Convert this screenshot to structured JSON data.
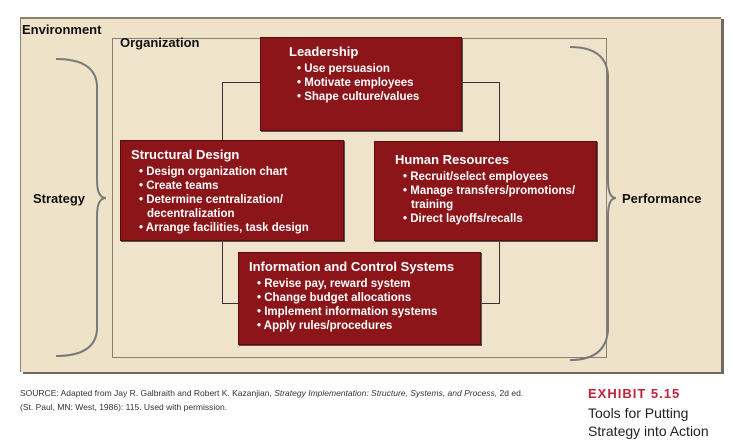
{
  "environment_label": "Environment",
  "organization_label": "Organization",
  "strategy_label": "Strategy",
  "performance_label": "Performance",
  "boxes": {
    "leadership": {
      "title": "Leadership",
      "items": [
        "Use persuasion",
        "Motivate employees",
        "Shape culture/values"
      ]
    },
    "structural": {
      "title": "Structural Design",
      "items": [
        "Design organization chart",
        "Create teams",
        "Determine centralization/ decentralization",
        "Arrange facilities, task design"
      ]
    },
    "hr": {
      "title": "Human Resources",
      "items": [
        "Recruit/select employees",
        "Manage transfers/promotions/ training",
        "Direct layoffs/recalls"
      ]
    },
    "info": {
      "title": "Information and Control Systems",
      "items": [
        "Revise pay, reward system",
        "Change budget allocations",
        "Implement information systems",
        "Apply rules/procedures"
      ]
    }
  },
  "source": {
    "prefix": "SOURCE: Adapted from Jay R. Galbraith and Robert K. Kazanjian, ",
    "title": "Strategy Implementation: Structure, Systems, and Process,",
    "suffix": " 2d ed.",
    "line2": "(St. Paul, MN: West, 1986): 115. Used with permission."
  },
  "exhibit": {
    "number": "EXHIBIT 5.15",
    "title_line1": "Tools for Putting",
    "title_line2": "Strategy into Action"
  },
  "colors": {
    "box": "#8b1519",
    "background": "#eee2c9",
    "exhibit": "#c0243a"
  }
}
